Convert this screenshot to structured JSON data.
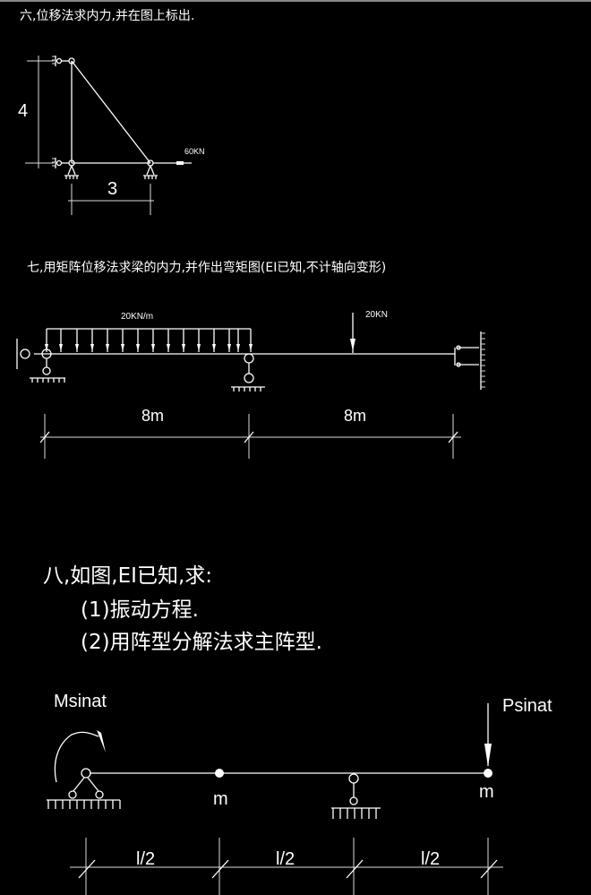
{
  "problem6": {
    "title": "六,位移法求内力,并在图上标出.",
    "dim_height": "4",
    "dim_width": "3",
    "load": "60KN"
  },
  "problem7": {
    "title": "七,用矩阵位移法求梁的内力,并作出弯矩图(EI已知,不计轴向变形)",
    "dist_load": "20KN/m",
    "point_load": "20KN",
    "span1": "8m",
    "span2": "8m"
  },
  "problem8": {
    "title": "八,如图,EI已知,求:",
    "q1": "(1)振动方程.",
    "q2": "(2)用阵型分解法求主阵型.",
    "moment": "Msinat",
    "force": "Psinat",
    "mass1": "m",
    "mass2": "m",
    "seg1": "l/2",
    "seg2": "l/2",
    "seg3": "l/2"
  }
}
